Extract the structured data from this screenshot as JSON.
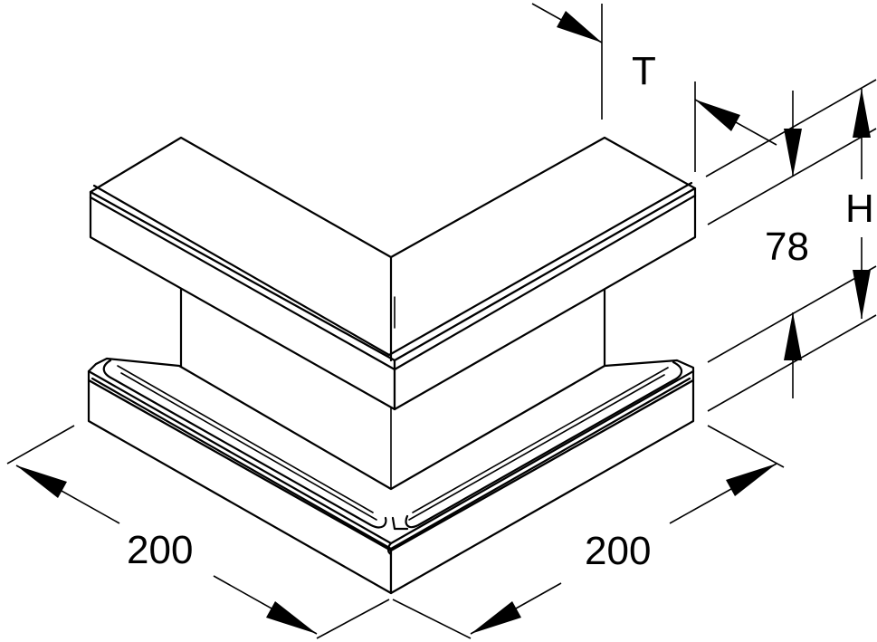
{
  "dimensions": {
    "thickness_label": "T",
    "height_label": "H",
    "height_value": "78",
    "width_left": "200",
    "width_right": "200"
  }
}
